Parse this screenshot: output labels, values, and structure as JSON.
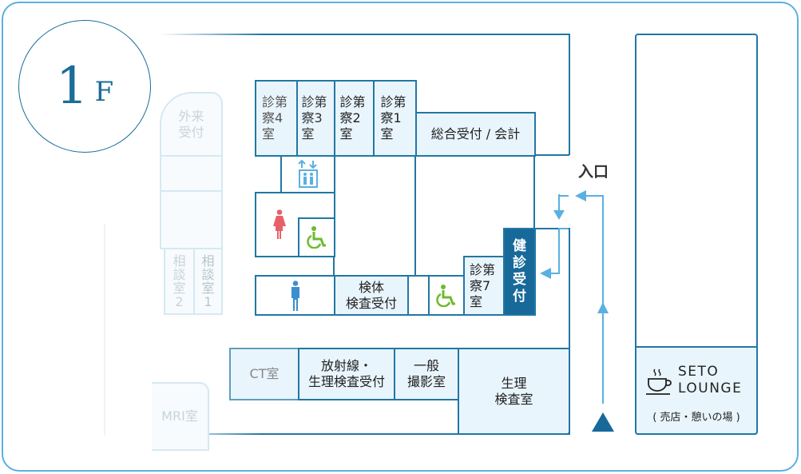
{
  "floor": {
    "number": "1",
    "unit": "F"
  },
  "entrance_label": "入口",
  "rooms": {
    "exam4": [
      "診第",
      "察4",
      "室"
    ],
    "exam3": [
      "診第",
      "察3",
      "室"
    ],
    "exam2": [
      "診第",
      "察2",
      "室"
    ],
    "exam1": [
      "診第",
      "察1",
      "室"
    ],
    "exam7": [
      "診第",
      "察7",
      "室"
    ],
    "reception": "総合受付 / 会計",
    "specimen": [
      "検体",
      "検査受付"
    ],
    "checkup": [
      "健",
      "診",
      "受",
      "付"
    ],
    "ct": "CT室",
    "radiology": [
      "放射線・",
      "生理検査受付"
    ],
    "xray": [
      "一般",
      "撮影室"
    ],
    "physio": [
      "生理",
      "検査室"
    ],
    "outpatient": [
      "外来",
      "受付"
    ],
    "consult2": [
      "相",
      "談",
      "室",
      "2"
    ],
    "consult1": [
      "相",
      "談",
      "室",
      "1"
    ],
    "mri": "MRI室"
  },
  "lounge": {
    "name_line1": "SETO",
    "name_line2": "LOUNGE",
    "subtitle": "( 売店・憩いの場 )"
  },
  "icons": [
    "elevator-icon",
    "female-restroom-icon",
    "male-restroom-icon",
    "wheelchair-icon",
    "coffee-cup-icon",
    "arrow-icon"
  ],
  "colors": {
    "primary": "#17699a",
    "light": "#e9f5fc",
    "accent": "#5ab0e0",
    "female": "#e8606a",
    "male": "#3b8fcf",
    "accessible": "#6cbb2e"
  }
}
